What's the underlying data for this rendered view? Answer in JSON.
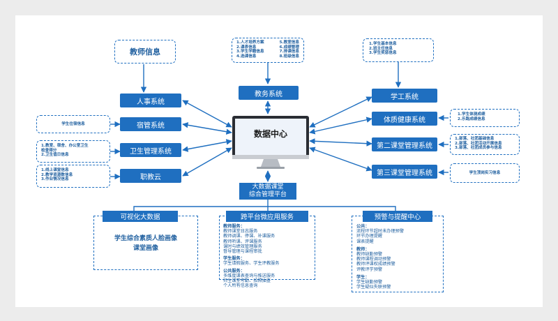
{
  "center": {
    "label": "数据中心"
  },
  "bigdata": {
    "line1": "大数据课堂",
    "line2": "综合管理平台"
  },
  "teacher_info": {
    "label": "教师信息"
  },
  "hr_system": {
    "label": "人事系统"
  },
  "dorm_info": {
    "label": "学生住宿信息"
  },
  "dorm_system": {
    "label": "宿管系统"
  },
  "health_info": {
    "lines": [
      "1.教室、宿舍、办公室卫生",
      "检查得分",
      "2.卫生值日信息"
    ]
  },
  "health_system": {
    "label": "卫生管理系统"
  },
  "cloud_info": {
    "lines": [
      "1.线上课堂信息",
      "2.教学资源数信息",
      "3.作业情况信息"
    ]
  },
  "cloud_system": {
    "label": "职教云"
  },
  "academic_info": {
    "left": [
      "1.人才培养方案",
      "2.课表信息",
      "3.学生学籍信息",
      "4.选课信息"
    ],
    "right": [
      "5.教室信息",
      "6.成绩管理",
      "7.排课信息",
      "8.班级信息"
    ]
  },
  "academic_system": {
    "label": "教务系统"
  },
  "student_info": {
    "lines": [
      "1.学生基本信息",
      "2.班主任信息",
      "3.学生奖惩信息"
    ]
  },
  "student_system": {
    "label": "学工系统"
  },
  "pe_info": {
    "lines": [
      "1.学生体测成绩",
      "2.乐跑成绩信息"
    ]
  },
  "pe_system": {
    "label": "体质健康系统"
  },
  "second_info": {
    "lines": [
      "1.部落、社团基础信息",
      "2.部落、社团活动开展信息",
      "3.部落、社团成员参与信息"
    ]
  },
  "second_system": {
    "label": "第二课堂管理系统"
  },
  "third_info": {
    "label": "学生顶岗实习信息"
  },
  "third_system": {
    "label": "第三课堂管理系统"
  },
  "visual": {
    "header": "可视化大数据",
    "line1": "学生综合素质人脸画像",
    "line2": "课堂画像"
  },
  "micro": {
    "header": "跨平台微应用服务",
    "teacher_h": "教师服务：",
    "teacher": [
      "教师课堂日志服务",
      "教师调课、停课、补课服务",
      "教师听课、评课服务",
      "课时与绩效管理服务",
      "督导管理与课程审批"
    ],
    "student_h": "学生服务：",
    "student": [
      "学生请假服务、学生评教服务"
    ],
    "public_h": "公共服务：",
    "public": [
      "多维度课表查询与推送服务",
      "师生课堂考勤、拍照抽查",
      "个人所有信息查询"
    ]
  },
  "warning": {
    "header": "预警与提醒中心",
    "public_h": "公共：",
    "public": [
      "流程环节超时未办理预警",
      "环节办理提醒",
      "课表提醒"
    ],
    "teacher_h": "教师：",
    "teacher": [
      "教师缺勤预警",
      "教师课程调动预警",
      "教师评课权成绩预警",
      "评教评学预警"
    ],
    "student_h": "学生：",
    "student": [
      "学生缺勤预警",
      "学生疑似失联预警"
    ]
  }
}
